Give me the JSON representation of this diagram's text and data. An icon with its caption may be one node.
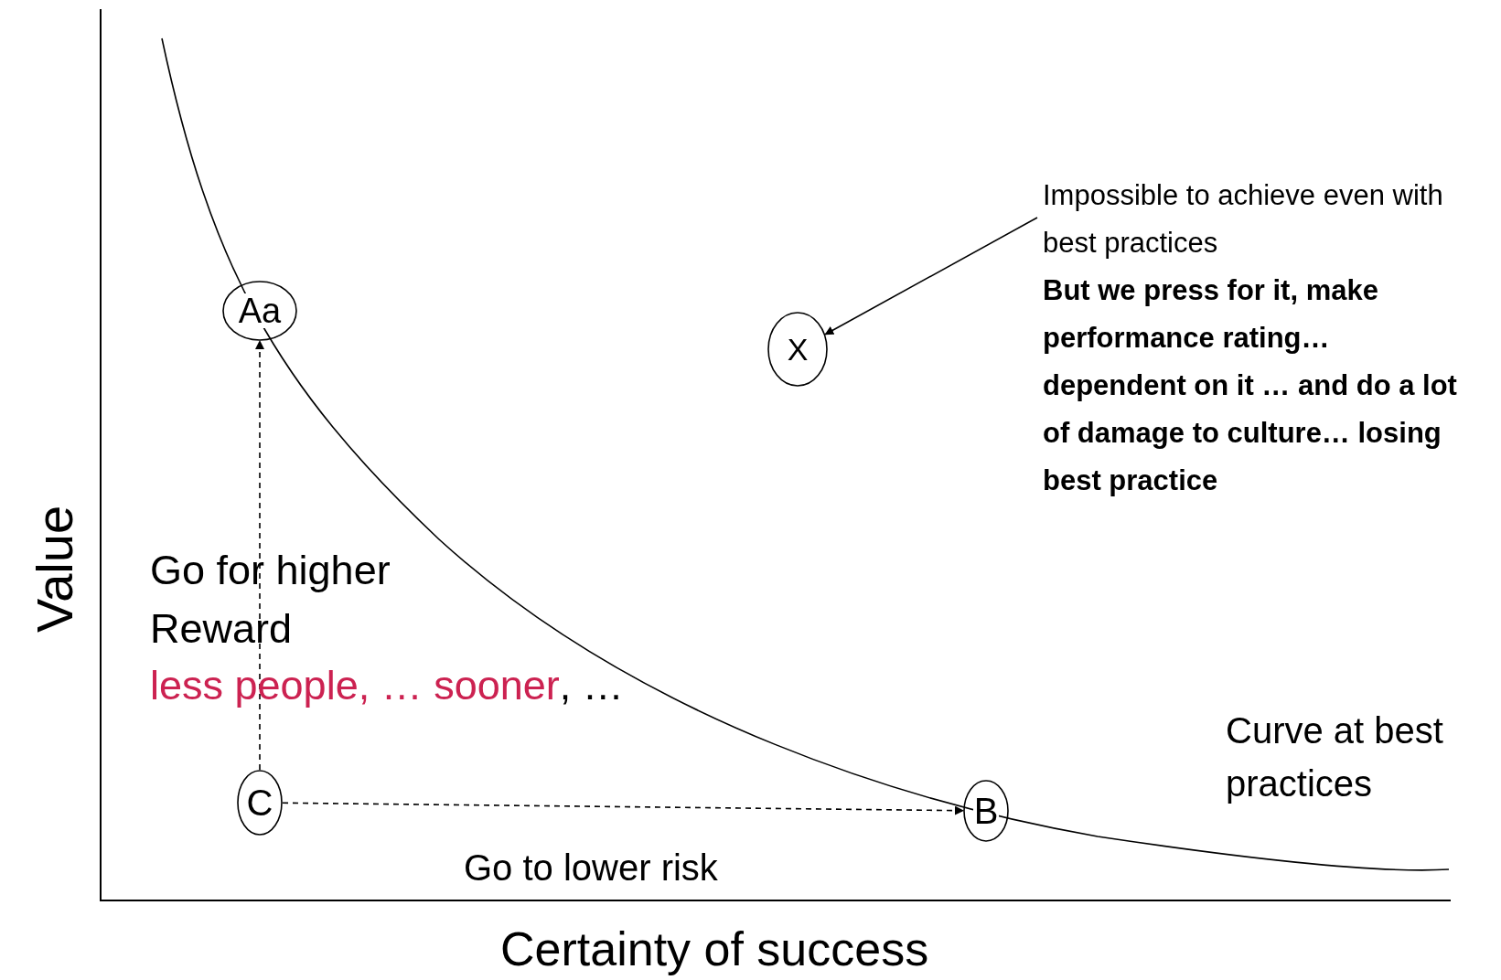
{
  "diagram": {
    "nodes": [
      {
        "text": [
          "Aa"
        ]
      },
      {
        "text": [
          "Impossible to achieve even with best practices",
          "But we press for it, make performance rating… dependent on it … and do a lot of damage to culture… losing best practice"
        ]
      },
      {
        "text": [
          "X"
        ]
      },
      {
        "text": [
          "C"
        ]
      },
      {
        "text": [
          "B"
        ]
      }
    ],
    "edges": [
      {
        "from": 3,
        "to": 0,
        "arrow": "to",
        "style": "dashed"
      },
      {
        "from": 3,
        "to": 4,
        "arrow": "to",
        "style": "dashed"
      },
      {
        "from": 1,
        "to": 2,
        "arrow": "to"
      }
    ],
    "labels": [
      "Value",
      "Go for higher Reward",
      "less people, … sooner",
      ", …",
      "Curve at best practices",
      "Go to lower risk",
      "Certainty of success"
    ]
  }
}
